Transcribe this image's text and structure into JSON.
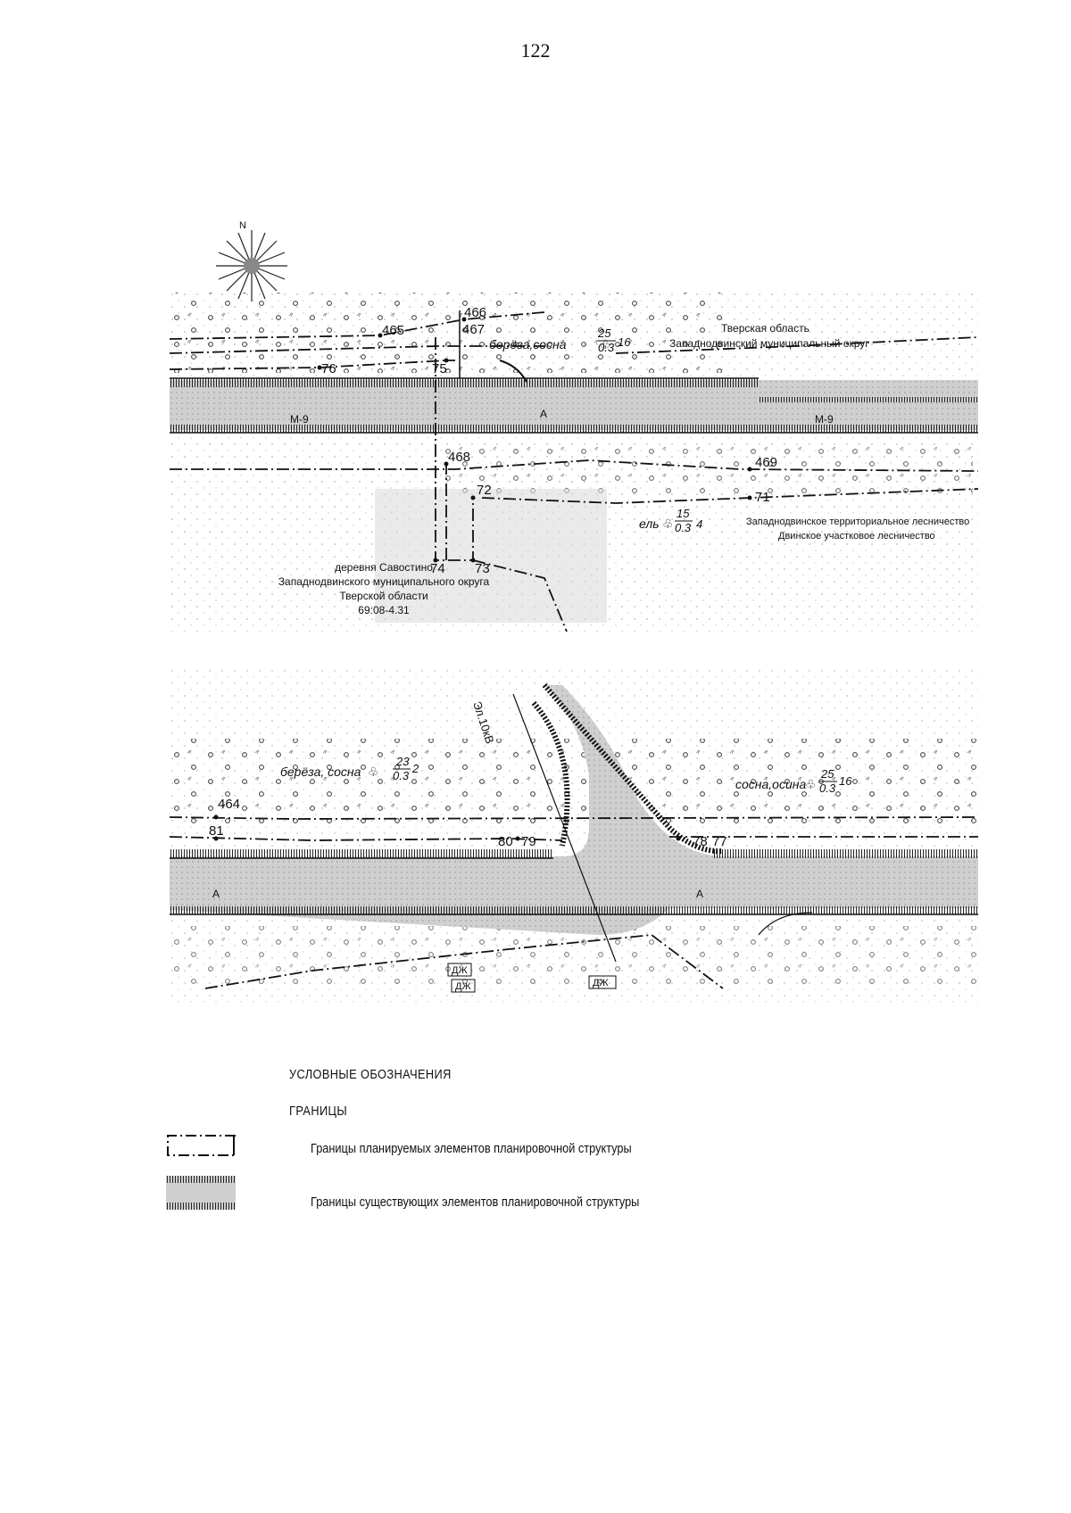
{
  "page_number": "122",
  "north_arrow": {
    "icon": "compass-rose-icon",
    "letter": "N"
  },
  "map_top": {
    "points": [
      "465",
      "466",
      "467",
      "75",
      "76",
      "468",
      "469",
      "72",
      "71",
      "74",
      "73"
    ],
    "road_labels": [
      "М-9",
      "М-9",
      "А"
    ],
    "region_lines": [
      "Тверская область",
      "Западнодвинский муниципальный округ"
    ],
    "forest_lines": [
      "Западнодвинское территориальное лесничество",
      "Двинское участковое лесничество"
    ],
    "tree_note_1": {
      "species": "берёза,сосна",
      "num": "25",
      "den": "0.3",
      "extra": "16"
    },
    "tree_note_2": {
      "species": "ель",
      "num": "15",
      "den": "0.3",
      "extra": "4"
    },
    "village_lines": [
      "деревня Савостино",
      "Западнодвинского муниципального округа",
      "Тверской области",
      "69:08-4.31"
    ]
  },
  "map_bottom": {
    "points": [
      "464",
      "81",
      "80",
      "79",
      "78",
      "77"
    ],
    "power_line": "Эл.10кВ",
    "road_labels": [
      "А",
      "А"
    ],
    "tree_note_1": {
      "species": "берёза, сосна",
      "num": "23",
      "den": "0.3",
      "extra": "2"
    },
    "tree_note_2": {
      "species": "сосна,осина",
      "num": "25",
      "den": "0.3",
      "extra": "16"
    },
    "buildings": [
      "ДЖ",
      "ДЖ",
      "ДЖ"
    ]
  },
  "legend": {
    "title": "УСЛОВНЫЕ ОБОЗНАЧЕНИЯ",
    "subtitle": "ГРАНИЦЫ",
    "items": [
      {
        "icon": "dash-dot-boundary-icon",
        "label": "Границы планируемых элементов планировочной структуры"
      },
      {
        "icon": "hatched-boundary-icon",
        "label": "Границы существующих элементов планировочной структуры"
      }
    ]
  },
  "colors": {
    "ink": "#111111",
    "stipple": "#c8c8c8",
    "paper": "#ffffff"
  }
}
